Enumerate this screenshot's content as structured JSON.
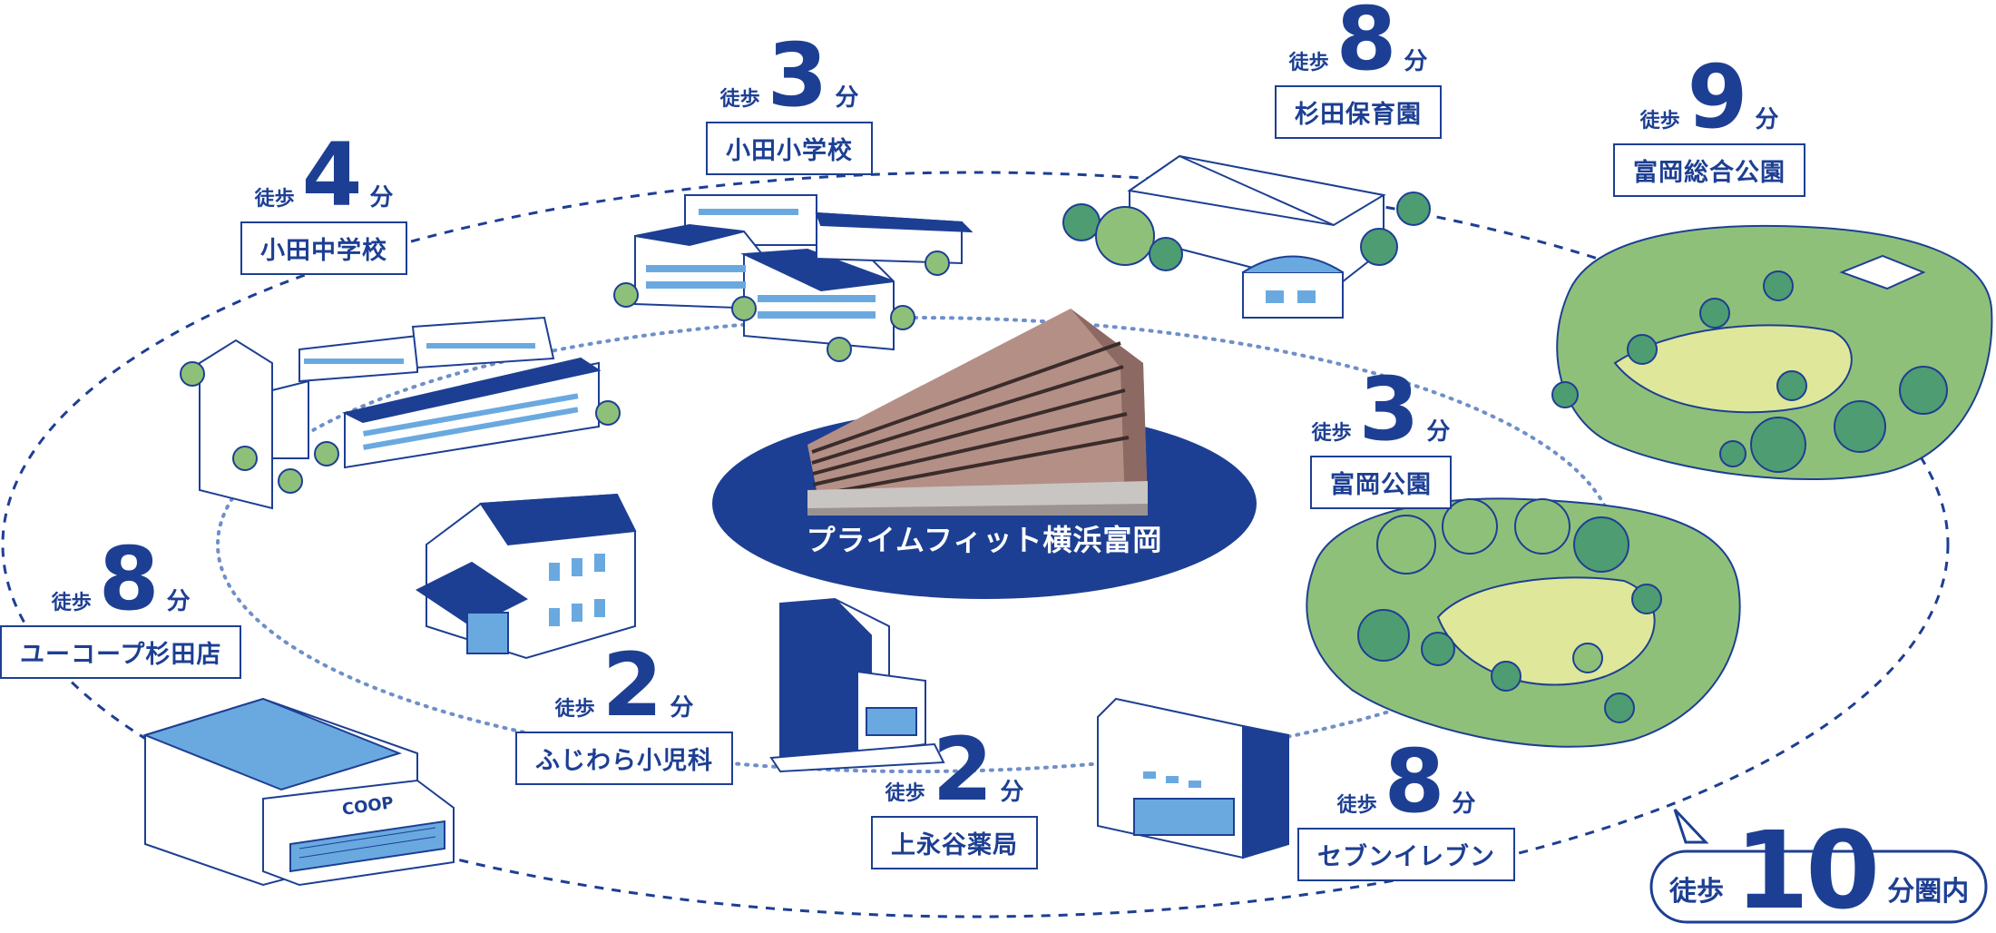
{
  "center": {
    "name": "プライムフィット横浜富岡"
  },
  "walk_prefix": "徒歩",
  "minute_unit": "分",
  "places": [
    {
      "id": "oda-elementary",
      "minutes": "3",
      "name": "小田小学校"
    },
    {
      "id": "sugita-nursery",
      "minutes": "8",
      "name": "杉田保育園"
    },
    {
      "id": "tomioka-sogo-park",
      "minutes": "9",
      "name": "富岡総合公園"
    },
    {
      "id": "oda-junior-high",
      "minutes": "4",
      "name": "小田中学校"
    },
    {
      "id": "tomioka-park",
      "minutes": "3",
      "name": "富岡公園"
    },
    {
      "id": "coop-sugita",
      "minutes": "8",
      "name": "ユーコープ杉田店"
    },
    {
      "id": "fujiwara-clinic",
      "minutes": "2",
      "name": "ふじわら小児科"
    },
    {
      "id": "kaminagaya-pharmacy",
      "minutes": "2",
      "name": "上永谷薬局"
    },
    {
      "id": "seven-eleven",
      "minutes": "8",
      "name": "セブンイレブン"
    }
  ],
  "coop_sign": "COOP",
  "badge": {
    "prefix": "徒歩",
    "number": "10",
    "suffix": "分圏内"
  },
  "colors": {
    "navy": "#1d3f93",
    "light_blue": "#6aa9e0",
    "tree_green": "#4e9c72",
    "park_green": "#8fc07a",
    "lawn": "#dfe79a"
  }
}
